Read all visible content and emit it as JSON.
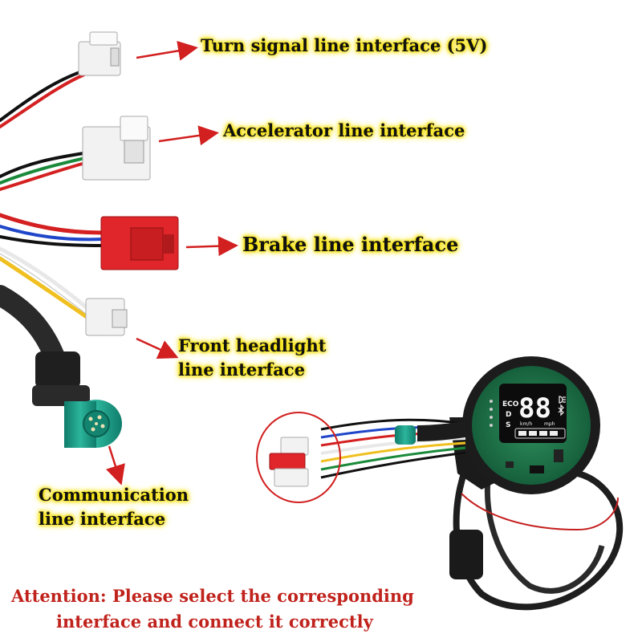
{
  "labels": {
    "turn_signal": "Turn signal line interface (5V)",
    "accelerator": "Accelerator line interface",
    "brake": "Brake line interface",
    "headlight_line1": "Front headlight",
    "headlight_line2": "line interface",
    "communication_line1": "Communication",
    "communication_line2": "line interface"
  },
  "attention": {
    "line1": "Attention: Please select the corresponding",
    "line2": "interface and connect it correctly"
  },
  "display": {
    "mode_eco": "ECO",
    "mode_d": "D",
    "mode_s": "S",
    "speed_digits": "88",
    "unit_kmh": "km/h",
    "unit_mph": "mph"
  },
  "colors": {
    "label_highlight": "#f5e000",
    "attention_text": "#c0221c",
    "arrow": "#d21f1f",
    "pcb_green": "#1f7a4e",
    "connector_red": "#e0262a",
    "connector_teal": "#1b9a86"
  }
}
